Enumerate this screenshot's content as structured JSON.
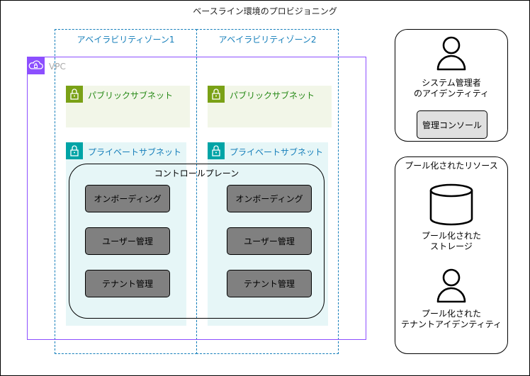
{
  "diagram": {
    "title": "ベースライン環境のプロビジョニング",
    "zones": [
      {
        "label": "アベイラビリティゾーン1"
      },
      {
        "label": "アベイラビリティゾーン2"
      }
    ],
    "vpc_label": "VPC",
    "public_subnet_label": "パブリックサブネット",
    "private_subnet_label": "プライベートサブネット",
    "control_plane": {
      "label": "コントロールプレーン",
      "services": [
        "オンボーディング",
        "ユーザー管理",
        "テナント管理"
      ]
    },
    "admin_panel": {
      "identity_line1": "システム管理者",
      "identity_line2": "のアイデンティティ",
      "console_label": "管理コンソール"
    },
    "pooled_panel": {
      "title": "プール化されたリソース",
      "storage_line1": "プール化された",
      "storage_line2": "ストレージ",
      "tenant_line1": "プール化された",
      "tenant_line2": "テナントアイデンティティ"
    }
  },
  "icons": {
    "vpc": "cloud-lock-icon",
    "subnet": "padlock-icon",
    "user": "user-icon",
    "storage": "cylinder-icon"
  },
  "colors": {
    "az_border": "#147EBA",
    "vpc_border": "#8C4FFF",
    "public_subnet": "#7AA116",
    "private_subnet": "#00A4A6",
    "service_box": "#808080"
  }
}
